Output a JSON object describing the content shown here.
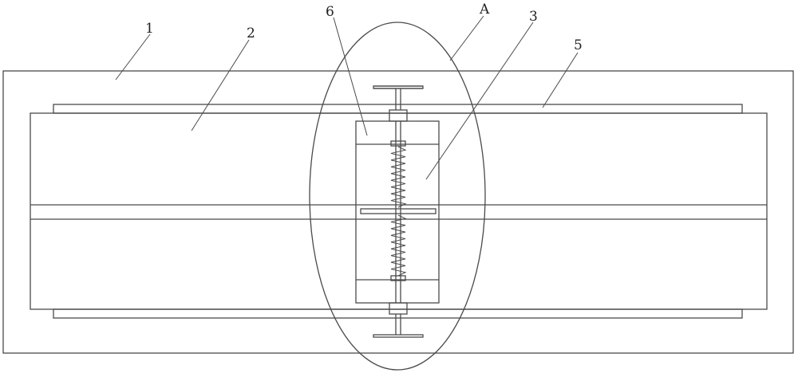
{
  "labels": {
    "frame": "1",
    "panel": "2",
    "block": "3",
    "rail": "5",
    "cap": "6",
    "detail": "A"
  },
  "colors": {
    "line": "#4a4a4a",
    "background": "#ffffff"
  }
}
